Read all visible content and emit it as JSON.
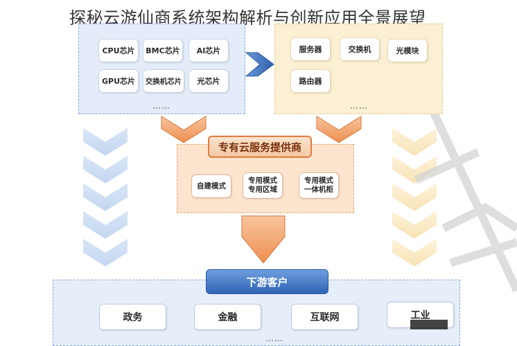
{
  "title": "探秘云游仙商系统架构解析与创新应用全景展望",
  "chip_panel": {
    "chips": [
      "CPU芯片",
      "BMC芯片",
      "AI芯片",
      "GPU芯片",
      "交换机芯片",
      "光芯片"
    ],
    "more": "……"
  },
  "device_panel": {
    "items": [
      "服务器",
      "交换机",
      "光模块",
      "路由器"
    ],
    "more": "……"
  },
  "provider_panel": {
    "header": "专有云服务提供商",
    "modes": [
      {
        "line1": "自建模式",
        "line2": ""
      },
      {
        "line1": "专用模式",
        "line2": "专用区域"
      },
      {
        "line1": "专用模式",
        "line2": "一体机柜"
      }
    ]
  },
  "customer_panel": {
    "header": "下游客户",
    "items": [
      "政务",
      "金融",
      "互联网",
      "工业"
    ],
    "more": "……"
  },
  "colors": {
    "blue_panel": "#e3ecf8",
    "yellow_panel": "#fbefd4",
    "orange_panel": "#fde4cf",
    "orange_arrow": "#f2a068",
    "blue_arrow": "#3f6fb6",
    "pill_blue": "#2f63b5"
  }
}
